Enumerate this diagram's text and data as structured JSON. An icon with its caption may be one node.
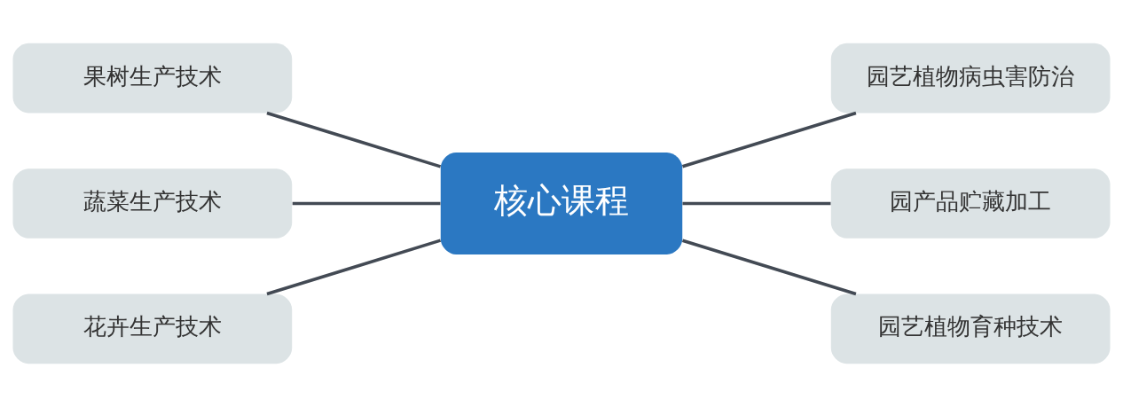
{
  "diagram": {
    "nodes": [
      {
        "text": [
          "果树生产技术"
        ]
      },
      {
        "text": [
          "蔬菜生产技术"
        ]
      },
      {
        "text": [
          "花卉生产技术"
        ]
      },
      {
        "text": [
          "核心课程"
        ]
      },
      {
        "text": [
          "园艺植物病虫害防治"
        ]
      },
      {
        "text": [
          "园产品贮藏加工"
        ]
      },
      {
        "text": [
          "园艺植物育种技术"
        ]
      }
    ],
    "edges": [
      {
        "from": 3,
        "to": 0,
        "arrow": "none"
      },
      {
        "from": 3,
        "to": 1,
        "arrow": "none"
      },
      {
        "from": 3,
        "to": 2,
        "arrow": "none"
      },
      {
        "from": 3,
        "to": 4,
        "arrow": "none"
      },
      {
        "from": 3,
        "to": 5,
        "arrow": "none"
      },
      {
        "from": 3,
        "to": 6,
        "arrow": "none"
      }
    ]
  }
}
